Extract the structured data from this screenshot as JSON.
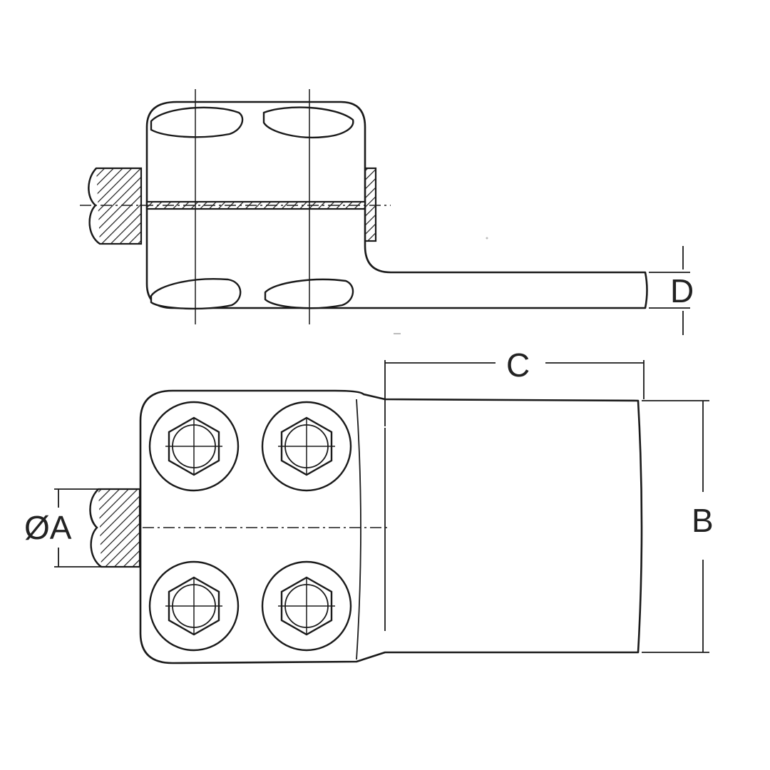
{
  "labels": {
    "A": "ØA",
    "B": "B",
    "C": "C",
    "D": "D"
  },
  "colors": {
    "line": "#1a1a1a",
    "background": "#ffffff"
  }
}
